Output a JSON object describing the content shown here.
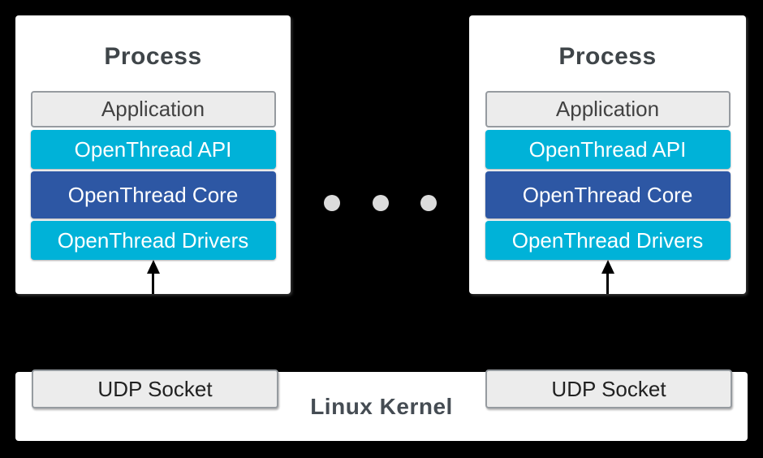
{
  "diagram": {
    "type": "architecture-diagram",
    "background_color": "#000000"
  },
  "processes": [
    {
      "title": "Process",
      "layers": [
        {
          "label": "Application",
          "style": "gray"
        },
        {
          "label": "OpenThread API",
          "style": "cyan"
        },
        {
          "label": "OpenThread Core",
          "style": "blue"
        },
        {
          "label": "OpenThread Drivers",
          "style": "cyan"
        }
      ]
    },
    {
      "title": "Process",
      "layers": [
        {
          "label": "Application",
          "style": "gray"
        },
        {
          "label": "OpenThread API",
          "style": "cyan"
        },
        {
          "label": "OpenThread Core",
          "style": "blue"
        },
        {
          "label": "OpenThread Drivers",
          "style": "cyan"
        }
      ]
    }
  ],
  "ellipsis": {
    "dot_count": 3,
    "dot_color": "#dcdcdc"
  },
  "kernel": {
    "label": "Linux Kernel",
    "sockets": [
      {
        "label": "UDP Socket"
      },
      {
        "label": "UDP Socket"
      }
    ]
  },
  "colors": {
    "cyan_layer": "#00b2d8",
    "blue_layer": "#2d57a4",
    "gray_layer_bg": "#ececec",
    "gray_layer_border": "#969ba0",
    "card_bg": "#ffffff",
    "title_text": "#3f4549",
    "kernel_text": "#454c53",
    "arrow": "#000000"
  }
}
